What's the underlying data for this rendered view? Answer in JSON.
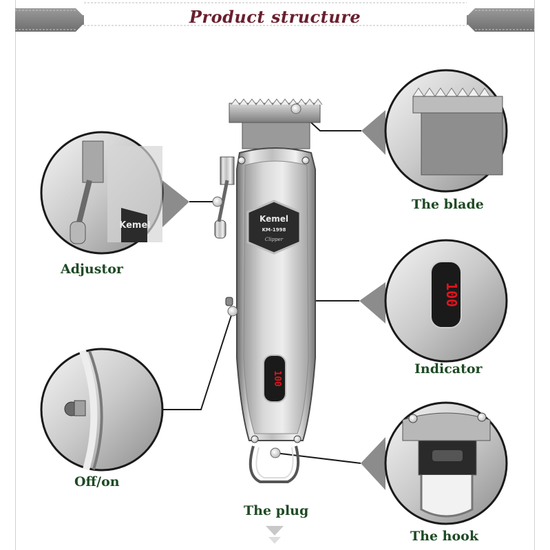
{
  "header": {
    "title": "Product structure"
  },
  "product": {
    "brand": "Kemel",
    "model": "KM-1998",
    "script_word": "Clipper",
    "display_value": "100"
  },
  "callouts": {
    "adjustor": "Adjustor",
    "blade": "The blade",
    "indicator": "Indicator",
    "off_on": "Off/on",
    "plug": "The plug",
    "hook": "The hook"
  },
  "colors": {
    "title": "#6a1f2e",
    "label": "#1e4a24",
    "banner": "#8a8a8a",
    "display": "#e0141e"
  }
}
